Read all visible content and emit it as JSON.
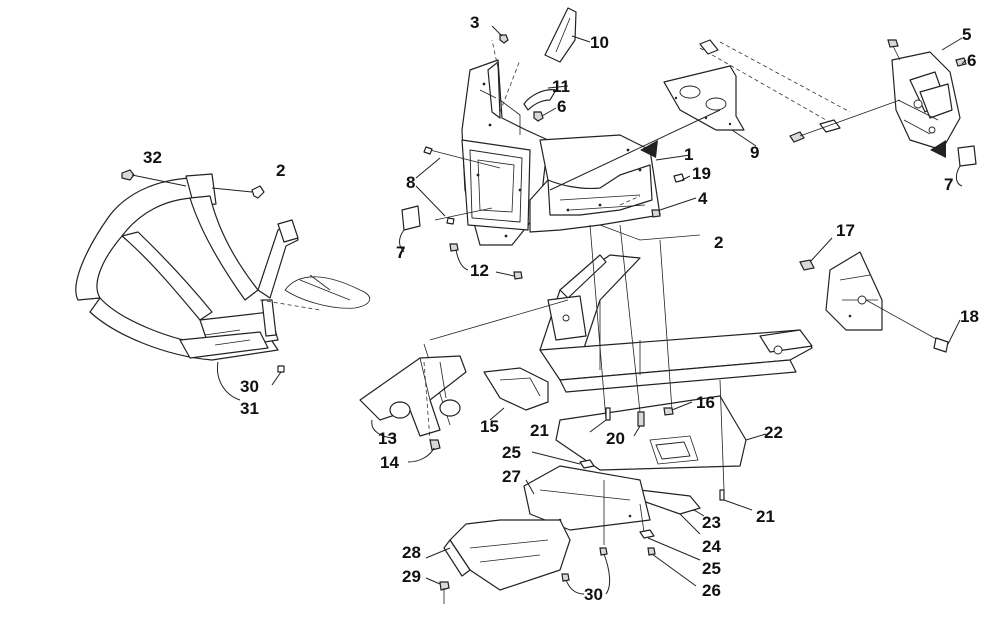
{
  "callouts": [
    "1",
    "2",
    "3",
    "4",
    "5",
    "6",
    "7",
    "8",
    "9",
    "10",
    "11",
    "12",
    "13",
    "14",
    "15",
    "16",
    "17",
    "18",
    "19",
    "20",
    "21",
    "22",
    "23",
    "24",
    "25",
    "26",
    "27",
    "28",
    "29",
    "30",
    "31",
    "32"
  ],
  "callout_repeats": {
    "2b": "2",
    "6b": "6",
    "7b": "7",
    "21b": "21",
    "25b": "25",
    "30b": "30"
  }
}
